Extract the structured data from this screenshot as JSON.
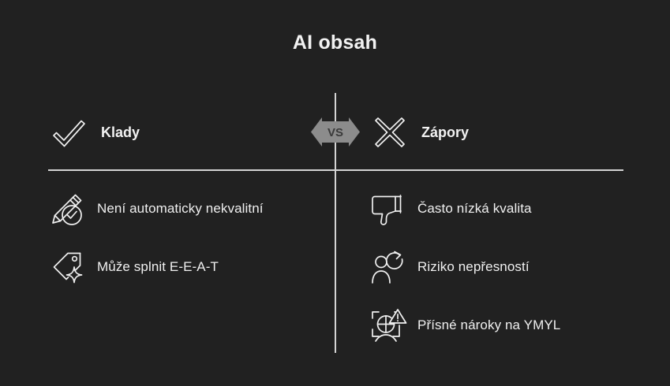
{
  "slide": {
    "title": "AI obsah",
    "background_color": "#212121",
    "text_color": "#f0f0f0",
    "divider_color": "#d4d4d4"
  },
  "vs_badge": {
    "label": "VS",
    "fill_color": "#8c8c8c",
    "text_color": "#3a3a3a"
  },
  "columns": {
    "pros": {
      "header": {
        "label": "Klady",
        "icon": "check-icon"
      },
      "items": [
        {
          "label": "Není automaticky nekvalitní",
          "icon": "pencil-check-icon"
        },
        {
          "label": "Může splnit E-E-A-T",
          "icon": "tag-sparkle-icon"
        }
      ]
    },
    "cons": {
      "header": {
        "label": "Zápory",
        "icon": "cross-icon"
      },
      "items": [
        {
          "label": "Často nízká kvalita",
          "icon": "thumbs-down-icon"
        },
        {
          "label": "Riziko nepřesností",
          "icon": "person-refresh-icon"
        },
        {
          "label": "Přísné nároky na YMYL",
          "icon": "face-scan-warning-icon"
        }
      ]
    }
  }
}
